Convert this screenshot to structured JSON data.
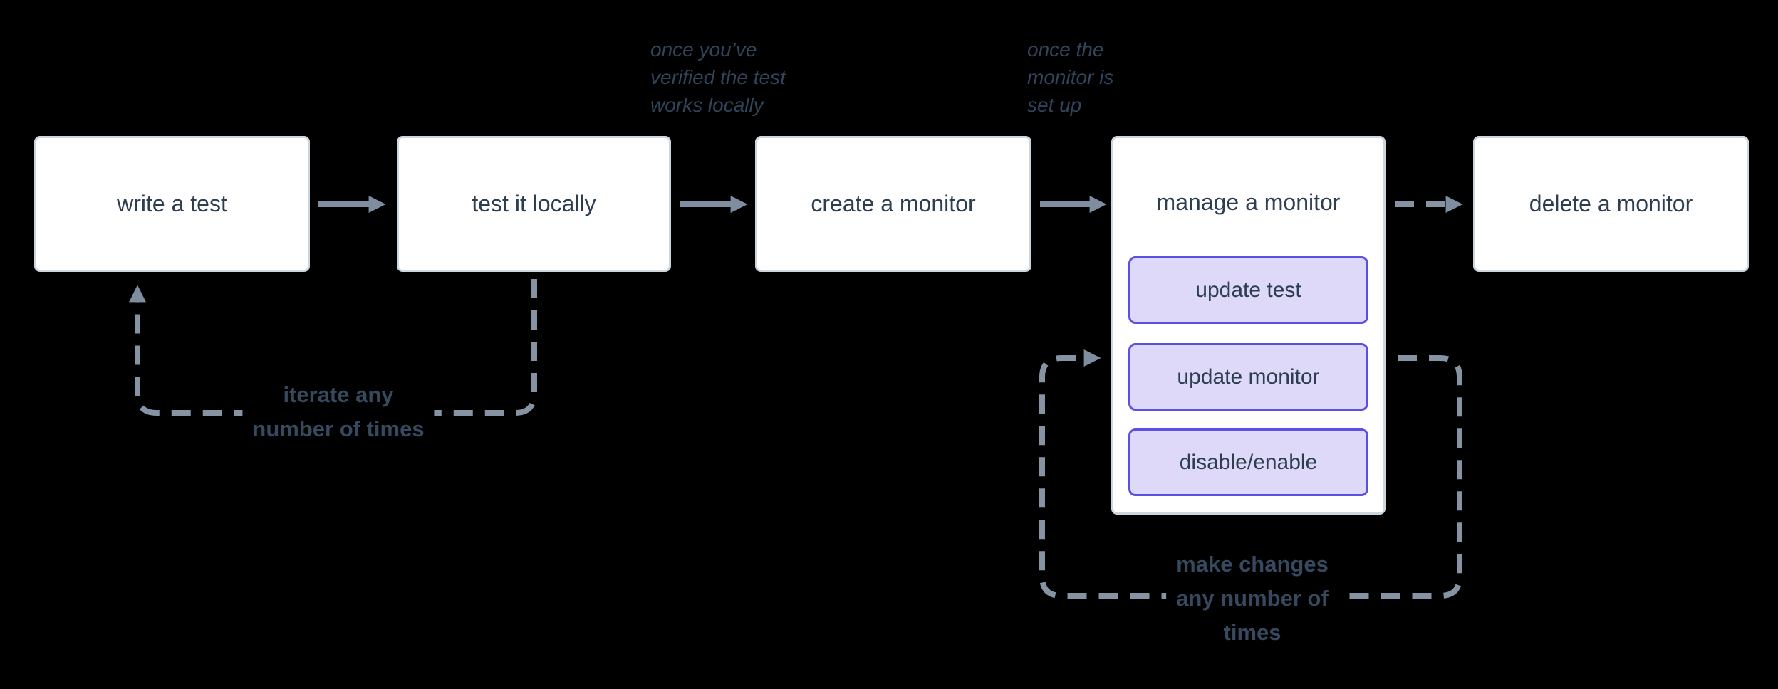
{
  "colors": {
    "background": "#000000",
    "node_fill": "#ffffff",
    "node_border": "#ccd6de",
    "node_text": "#2d3e50",
    "subnode_fill": "#ded9f8",
    "subnode_border": "#5b50e2",
    "arrow": "#7e8ea0",
    "dash": "#8593a3",
    "annotation_text": "#31445a",
    "loop_label_text": "#36495e"
  },
  "nodes": [
    {
      "label": "write a test"
    },
    {
      "label": "test it locally"
    },
    {
      "label": "create a monitor"
    },
    {
      "label": "manage a monitor",
      "children": [
        {
          "label": "update test"
        },
        {
          "label": "update monitor"
        },
        {
          "label": "disable/enable"
        }
      ]
    },
    {
      "label": "delete a monitor"
    }
  ],
  "annotations": [
    {
      "text": "once you’ve\nverified the test\nworks locally"
    },
    {
      "text": "once the\nmonitor is\nset up"
    }
  ],
  "loop_labels": [
    {
      "text": "iterate any\nnumber of times"
    },
    {
      "text": "make changes\nany number of\ntimes"
    }
  ]
}
